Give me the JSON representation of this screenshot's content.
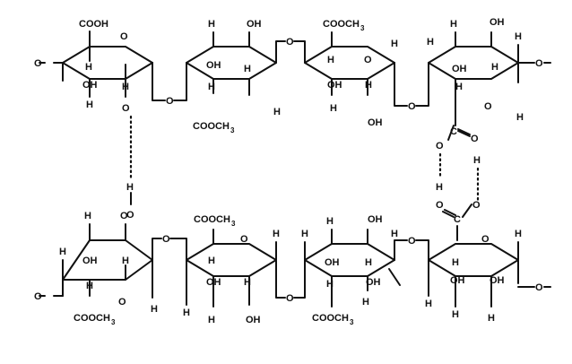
{
  "labels": {
    "cooh": "COOH",
    "cooch3": "COOCH",
    "sub3": "3",
    "o": "O",
    "oh": "OH",
    "h": "H",
    "c": "C",
    "end": "O"
  },
  "bonds": {
    "double": "="
  }
}
